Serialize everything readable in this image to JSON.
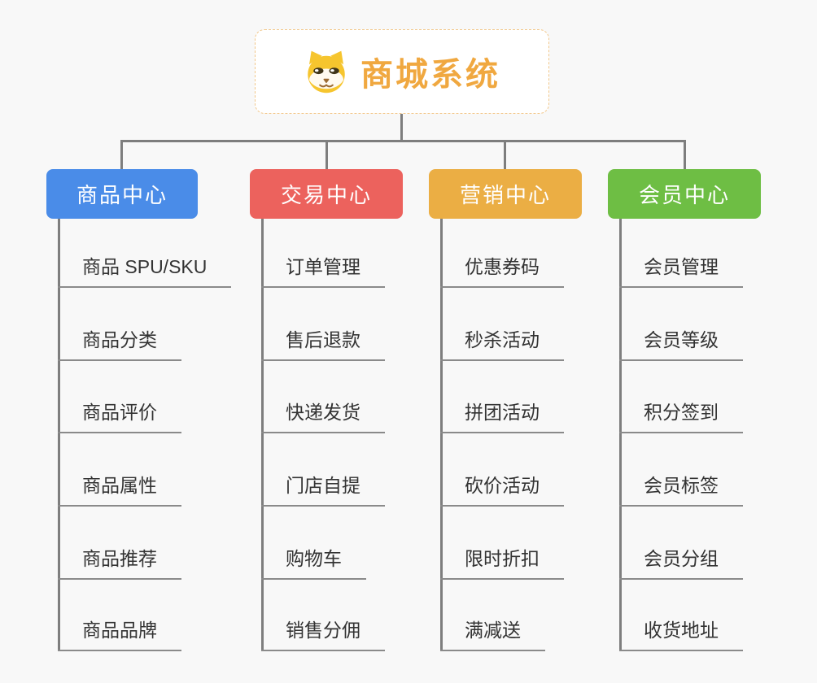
{
  "root": {
    "title": "商城系统",
    "icon": "shiba-dog-icon",
    "title_color": "#f0a840",
    "border_color": "#f2c78a"
  },
  "connector_color": "#7e7e7e",
  "branches": [
    {
      "label": "商品中心",
      "color": "#4a8ce8",
      "items": [
        "商品 SPU/SKU",
        "商品分类",
        "商品评价",
        "商品属性",
        "商品推荐",
        "商品品牌"
      ]
    },
    {
      "label": "交易中心",
      "color": "#ec625d",
      "items": [
        "订单管理",
        "售后退款",
        "快递发货",
        "门店自提",
        "购物车",
        "销售分佣"
      ]
    },
    {
      "label": "营销中心",
      "color": "#ebae44",
      "items": [
        "优惠券码",
        "秒杀活动",
        "拼团活动",
        "砍价活动",
        "限时折扣",
        "满减送"
      ]
    },
    {
      "label": "会员中心",
      "color": "#6ebe44",
      "items": [
        "会员管理",
        "会员等级",
        "积分签到",
        "会员标签",
        "会员分组",
        "收货地址"
      ]
    }
  ]
}
